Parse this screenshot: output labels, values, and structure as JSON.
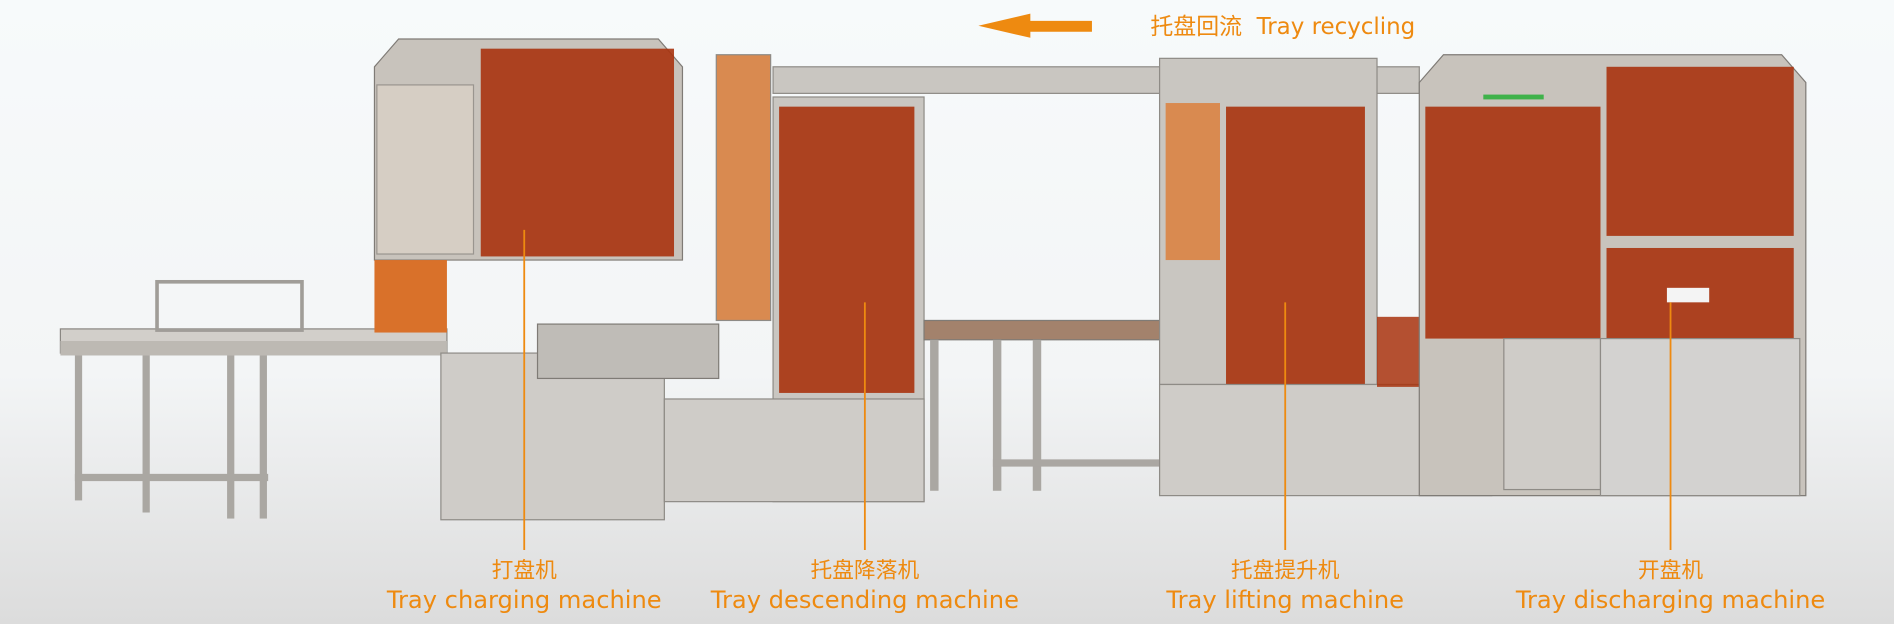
{
  "flow": {
    "label_cn": "托盘回流",
    "label_en": "Tray recycling",
    "arrow_icon": "arrow-left-icon",
    "color": "#ee8a10"
  },
  "machines": [
    {
      "name_cn": "打盘机",
      "name_en": "Tray charging machine"
    },
    {
      "name_cn": "托盘降落机",
      "name_en": "Tray descending machine"
    },
    {
      "name_cn": "托盘提升机",
      "name_en": "Tray lifting machine"
    },
    {
      "name_cn": "开盘机",
      "name_en": "Tray discharging machine"
    }
  ],
  "colors": {
    "accent": "#ee8a10",
    "frame": "#b9b6b1",
    "window": "#b0350f"
  }
}
